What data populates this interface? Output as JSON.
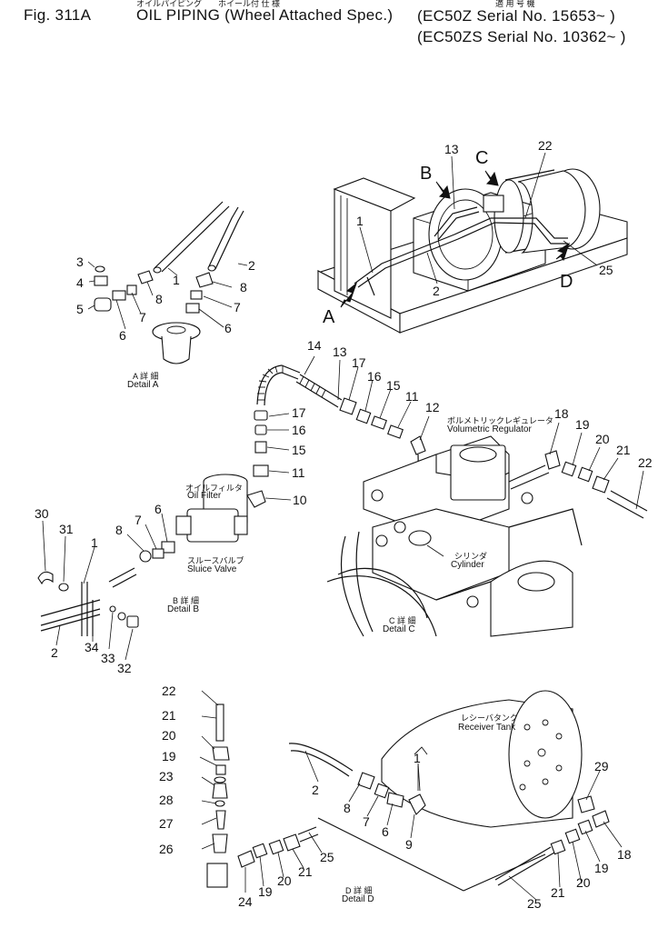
{
  "header": {
    "jp_line": "オイルパイピング　　ホイール付 仕 様",
    "jp_serial": "適 用 号 機",
    "fig": "Fig. 311A",
    "title": "OIL PIPING (Wheel Attached Spec.)",
    "serial1": "(EC50Z   Serial No. 15653~ )",
    "serial2": "(EC50ZS Serial No. 10362~ )"
  },
  "captions": {
    "detail_a_jp": "A 詳 細",
    "detail_a": "Detail A",
    "detail_b_jp": "B 詳 細",
    "detail_b": "Detail B",
    "detail_c_jp": "C 詳 細",
    "detail_c": "Detail C",
    "detail_d_jp": "D 詳 細",
    "detail_d": "Detail D",
    "oil_filter_jp": "オイルフィルタ",
    "oil_filter": "Oil Filter",
    "sluice_jp": "スルースバルブ",
    "sluice": "Sluice Valve",
    "volreg_jp": "ボルメトリックレギュレータ",
    "volreg": "Volumetric Regulator",
    "cylinder_jp": "シリンダ",
    "cylinder": "Cylinder",
    "receiver_jp": "レシーバタンク",
    "receiver": "Receiver Tank"
  },
  "view_letters": [
    "A",
    "B",
    "C",
    "D"
  ],
  "callouts": {
    "overview": [
      "1",
      "2",
      "13",
      "22",
      "25"
    ],
    "detail_a": [
      "1",
      "2",
      "3",
      "4",
      "5",
      "6",
      "7",
      "8",
      "6",
      "7",
      "8"
    ],
    "detail_b": [
      "30",
      "31",
      "1",
      "2",
      "34",
      "33",
      "32",
      "8",
      "7",
      "6"
    ],
    "detail_c": [
      "14",
      "13",
      "17",
      "16",
      "15",
      "11",
      "12",
      "17",
      "16",
      "15",
      "11",
      "10",
      "18",
      "19",
      "20",
      "21",
      "22"
    ],
    "detail_d_left": [
      "22",
      "21",
      "20",
      "19",
      "23",
      "28",
      "27",
      "26"
    ],
    "detail_d_bottom": [
      "24",
      "19",
      "20",
      "21",
      "25",
      "2",
      "8",
      "7",
      "6",
      "9",
      "1",
      "29",
      "18",
      "19",
      "20",
      "21",
      "25"
    ]
  }
}
